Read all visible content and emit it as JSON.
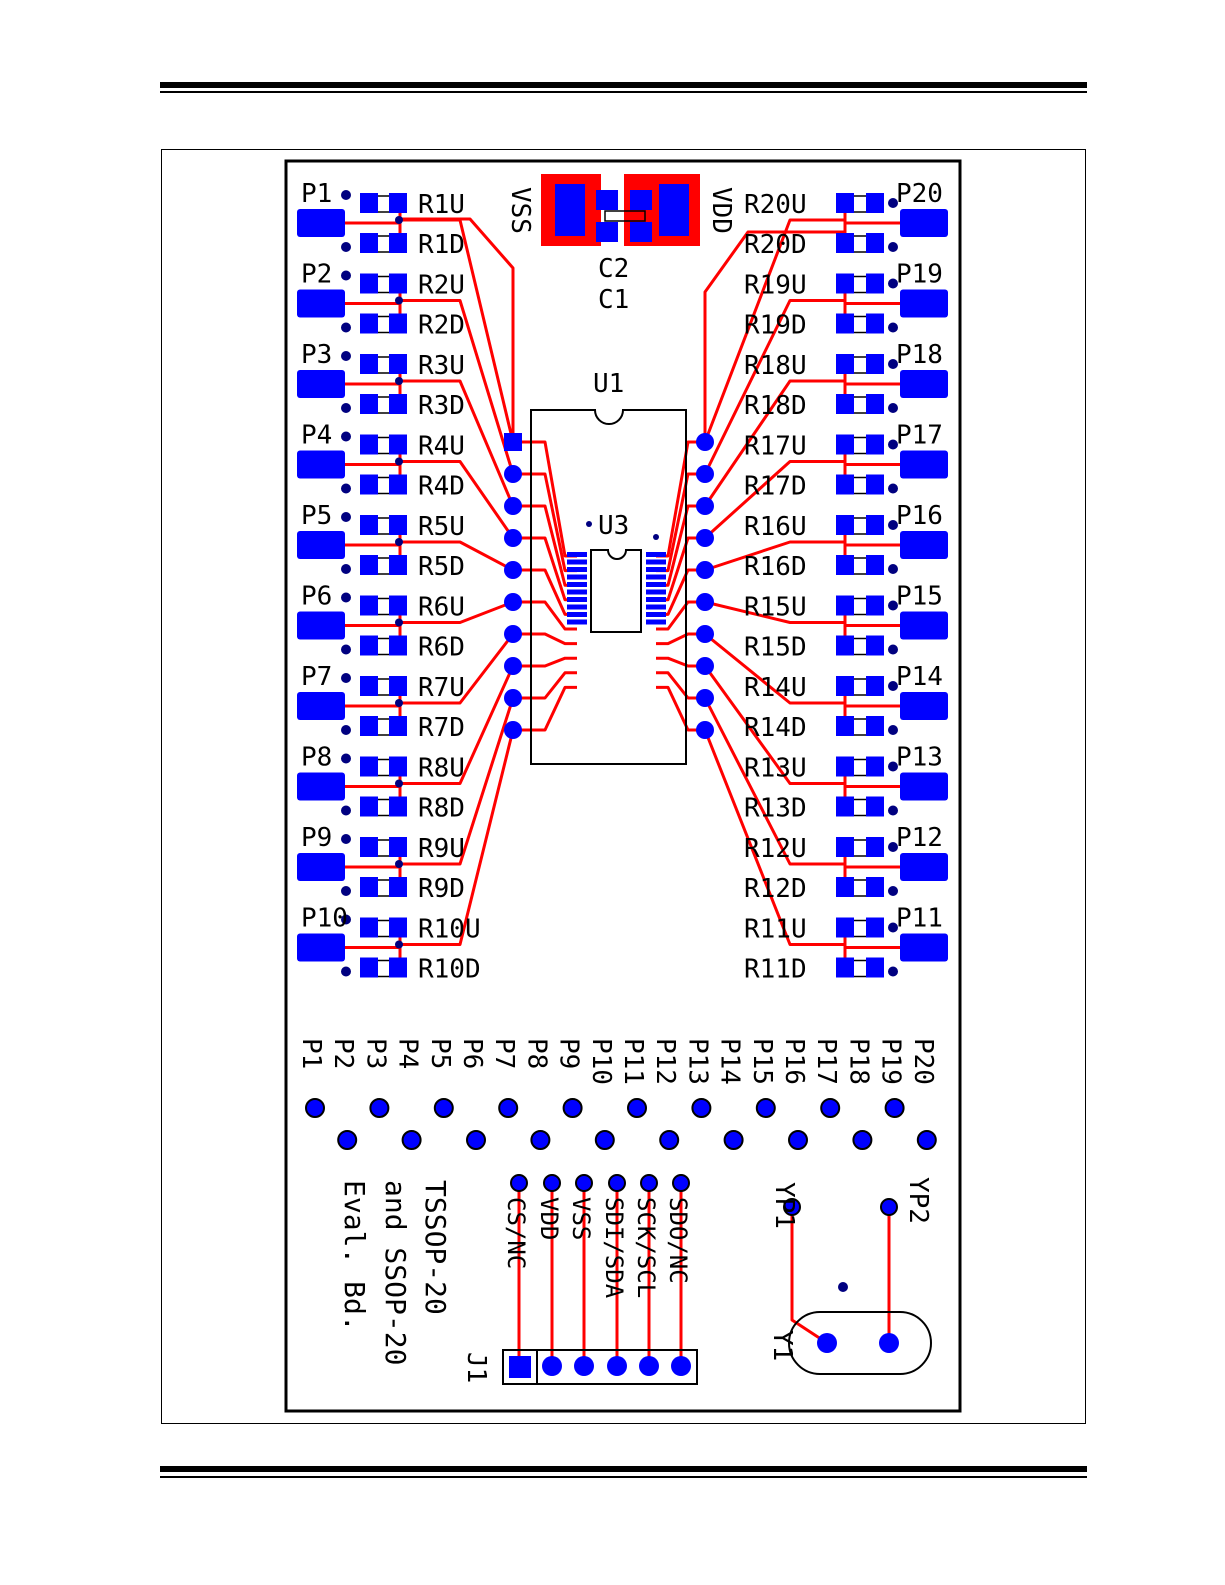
{
  "colors": {
    "pad": "#0000ff",
    "trace": "#ff0000",
    "silk": "#000000",
    "via": "#000080"
  },
  "board": {
    "left_pins": [
      "P1",
      "P2",
      "P3",
      "P4",
      "P5",
      "P6",
      "P7",
      "P8",
      "P9",
      "P10"
    ],
    "right_pins": [
      "P20",
      "P19",
      "P18",
      "P17",
      "P16",
      "P15",
      "P14",
      "P13",
      "P12",
      "P11"
    ],
    "left_resistors": [
      [
        "R1U",
        "R1D"
      ],
      [
        "R2U",
        "R2D"
      ],
      [
        "R3U",
        "R3D"
      ],
      [
        "R4U",
        "R4D"
      ],
      [
        "R5U",
        "R5D"
      ],
      [
        "R6U",
        "R6D"
      ],
      [
        "R7U",
        "R7D"
      ],
      [
        "R8U",
        "R8D"
      ],
      [
        "R9U",
        "R9D"
      ],
      [
        "R10U",
        "R10D"
      ]
    ],
    "right_resistors": [
      [
        "R20U",
        "R20D"
      ],
      [
        "R19U",
        "R19D"
      ],
      [
        "R18U",
        "R18D"
      ],
      [
        "R17U",
        "R17D"
      ],
      [
        "R16U",
        "R16D"
      ],
      [
        "R15U",
        "R15D"
      ],
      [
        "R14U",
        "R14D"
      ],
      [
        "R13U",
        "R13D"
      ],
      [
        "R12U",
        "R12D"
      ],
      [
        "R11U",
        "R11D"
      ]
    ],
    "vss_label": "VSS",
    "vdd_label": "VDD",
    "c2_label": "C2",
    "c1_label": "C1",
    "u1_label": "U1",
    "u3_label": "U3",
    "header_labels": [
      "P1",
      "P2",
      "P3",
      "P4",
      "P5",
      "P6",
      "P7",
      "P8",
      "P9",
      "P10",
      "P11",
      "P12",
      "P13",
      "P14",
      "P15",
      "P16",
      "P17",
      "P18",
      "P19",
      "P20"
    ],
    "title_lines": [
      "TSSOP-20",
      "and SSOP-20",
      "Eval. Bd."
    ],
    "j1_label": "J1",
    "j1_pins": [
      "CS/NC",
      "VDD",
      "VSS",
      "SDI/SDA",
      "SCK/SCL",
      "SDO/NC"
    ],
    "yp1_label": "YP1",
    "yp2_label": "YP2",
    "y1_label": "Y1"
  }
}
